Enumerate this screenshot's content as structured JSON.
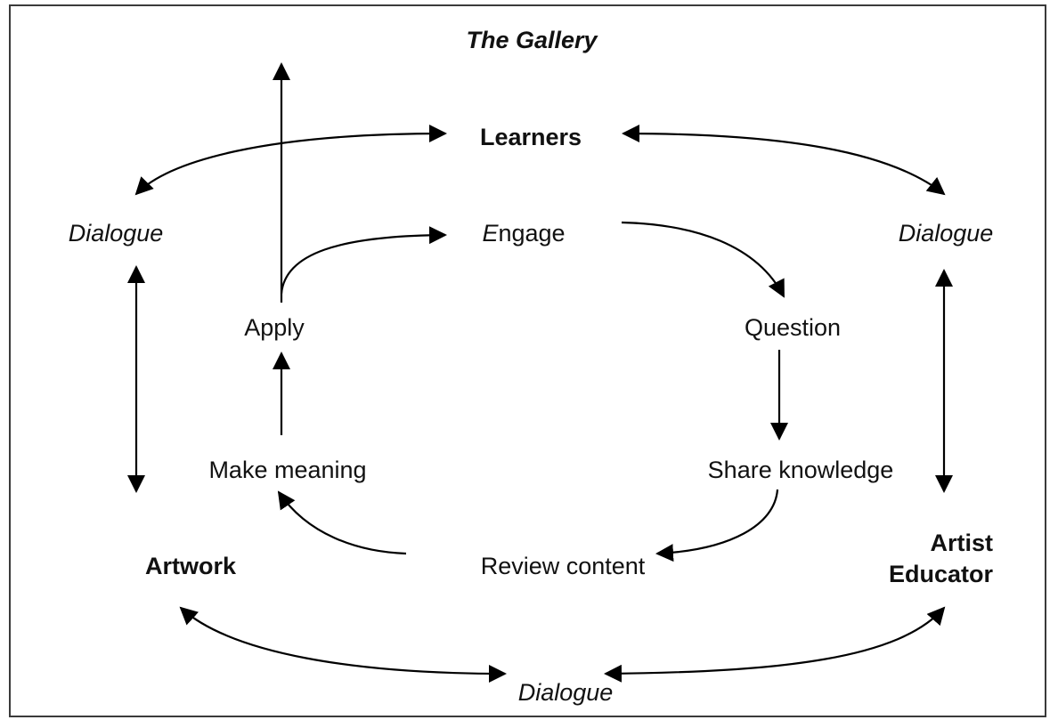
{
  "diagram": {
    "title": "The Gallery",
    "nodes": {
      "learners": "Learners",
      "artwork": "Artwork",
      "artist_educator_line1": "Artist",
      "artist_educator_line2": "Educator",
      "dialogue_left": "Dialogue",
      "dialogue_right": "Dialogue",
      "dialogue_bottom": "Dialogue",
      "engage_initial": "E",
      "engage_rest": "ngage",
      "question": "Question",
      "share_knowledge": "Share knowledge",
      "review_content": "Review content",
      "make_meaning": "Make meaning",
      "apply": "Apply"
    },
    "edges": [
      {
        "from": "Learners",
        "to": "Dialogue (left)",
        "type": "bidirectional"
      },
      {
        "from": "Learners",
        "to": "Dialogue (right)",
        "type": "bidirectional"
      },
      {
        "from": "Dialogue (left)",
        "to": "Artwork",
        "type": "bidirectional"
      },
      {
        "from": "Dialogue (right)",
        "to": "Artist Educator",
        "type": "bidirectional"
      },
      {
        "from": "Artwork",
        "to": "Dialogue (bottom)",
        "type": "bidirectional"
      },
      {
        "from": "Artist Educator",
        "to": "Dialogue (bottom)",
        "type": "bidirectional"
      },
      {
        "from": "Engage",
        "to": "Question",
        "type": "directed"
      },
      {
        "from": "Question",
        "to": "Share knowledge",
        "type": "directed"
      },
      {
        "from": "Share knowledge",
        "to": "Review content",
        "type": "directed"
      },
      {
        "from": "Review content",
        "to": "Make meaning",
        "type": "directed"
      },
      {
        "from": "Make meaning",
        "to": "Apply",
        "type": "directed"
      },
      {
        "from": "Apply",
        "to": "Engage",
        "type": "directed"
      },
      {
        "from": "Apply",
        "to": "outside (upward)",
        "type": "directed"
      }
    ]
  }
}
